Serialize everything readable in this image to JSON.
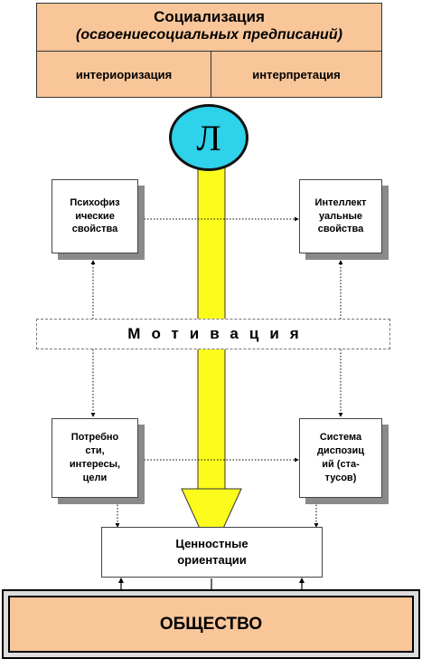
{
  "socialization": {
    "title": "Социализация",
    "subtitle": "(освоениесоциальных предписаний)",
    "left_cell": "интериоризация",
    "right_cell": "интерпретация"
  },
  "personality": {
    "letter": "Л"
  },
  "boxes": {
    "psychophysical": [
      "Психофиз",
      "ические",
      "свойства"
    ],
    "intellectual": [
      "Интеллект",
      "уальные",
      "свойства"
    ],
    "needs": [
      "Потребно",
      "сти,",
      "интересы,",
      "цели"
    ],
    "dispositions": [
      "Система",
      "диспозиц",
      "ий (ста-",
      "тусов)"
    ]
  },
  "motivation": {
    "label": "Мотивация"
  },
  "values": {
    "line1": "Ценностные",
    "line2": "ориентации"
  },
  "society": {
    "label": "ОБЩЕСТВО"
  },
  "colors": {
    "peach": "#f9c69a",
    "cyan": "#2ed2ea",
    "yellow_arrow": "#fcfc1c",
    "shadow": "#8a8a8a"
  }
}
